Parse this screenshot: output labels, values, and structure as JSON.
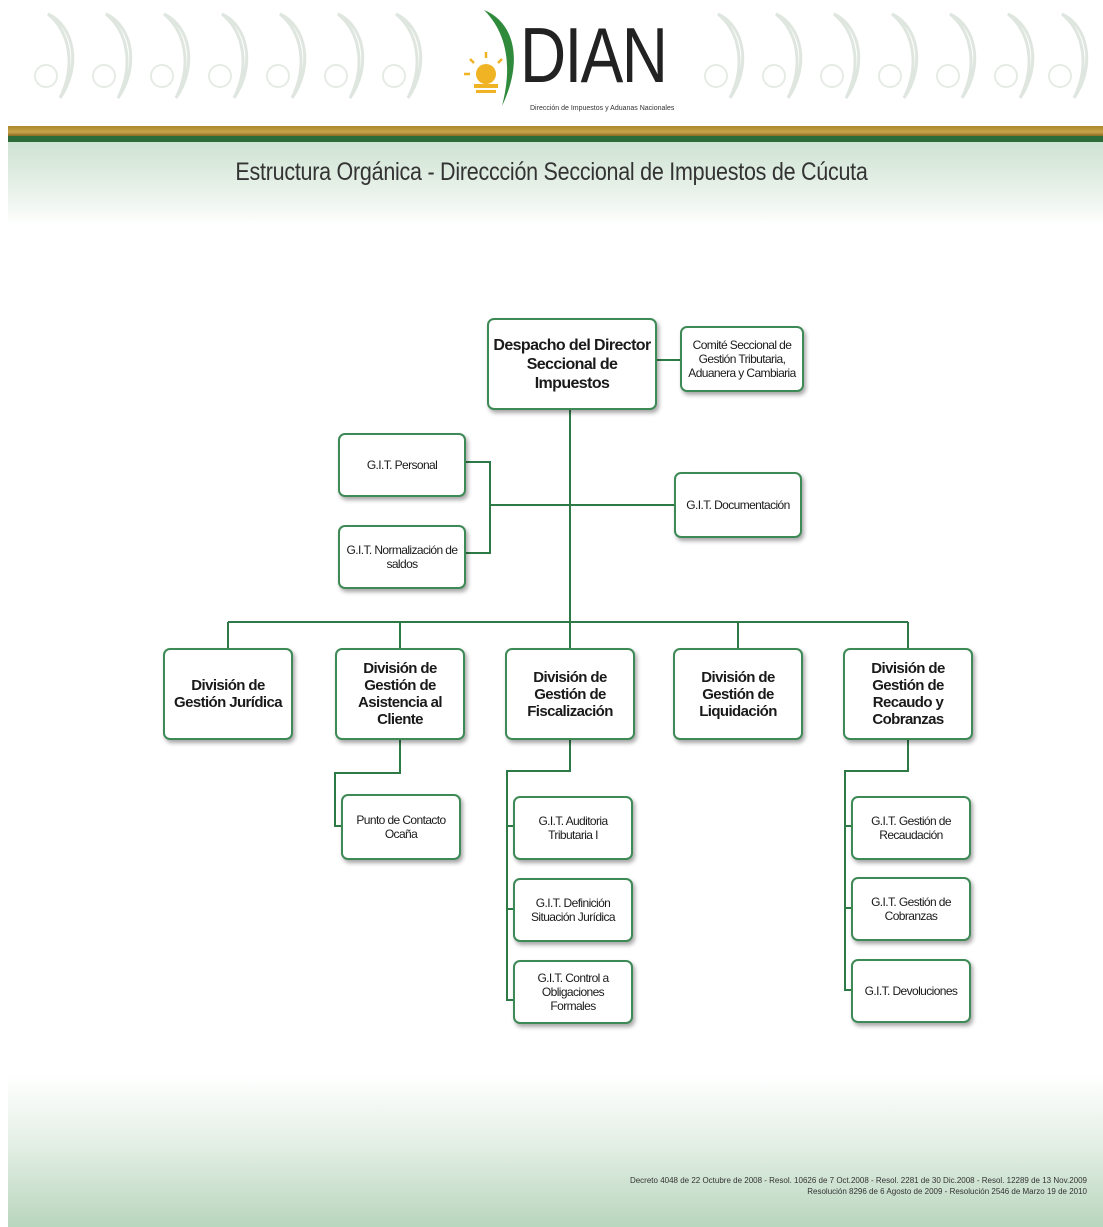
{
  "header": {
    "logo_text": "DIAN",
    "logo_subtitle": "Dirección de Impuestos y Aduanas Nacionales",
    "page_title": "Estructura Orgánica - Direccción Seccional de Impuestos de Cúcuta"
  },
  "org_chart": {
    "director": "Despacho del Director Seccional de Impuestos",
    "committee": "Comité Seccional de Gestión Tributaria, Aduanera y Cambiaria",
    "git_personal": "G.I.T. Personal",
    "git_normalizacion": "G.I.T. Normalización de saldos",
    "git_documentacion": "G.I.T. Documentación",
    "divisions": {
      "juridica": "División de Gestión Jurídica",
      "asistencia": "División de Gestión de Asistencia al Cliente",
      "fiscalizacion": "División de Gestión de Fiscalización",
      "liquidacion": "División de Gestión de Liquidación",
      "recaudo": "División de Gestión de Recaudo y Cobranzas"
    },
    "punto_contacto": "Punto de Contacto Ocaña",
    "fiscalizacion_units": {
      "auditoria": "G.I.T. Auditoria Tributaria I",
      "definicion": "G.I.T. Definición Situación Jurídica",
      "control": "G.I.T. Control a Obligaciones Formales"
    },
    "recaudo_units": {
      "recaudacion": "G.I.T. Gestión de Recaudación",
      "cobranzas": "G.I.T. Gestión de Cobranzas",
      "devoluciones": "G.I.T. Devoluciones"
    }
  },
  "footer": {
    "line1": "Decreto 4048 de 22 Octubre de 2008 - Resol. 10626 de 7 Oct.2008 - Resol. 2281 de 30 Dic.2008 - Resol. 12289 de 13 Nov.2009",
    "line2": "Resolución 8296 de 6 Agosto de 2009 - Resolución 2546 de Marzo 19 de 2010"
  },
  "colors": {
    "box_border": "#3e8a56",
    "line": "#2e7a46",
    "gold_bar": "#c9a44b"
  }
}
